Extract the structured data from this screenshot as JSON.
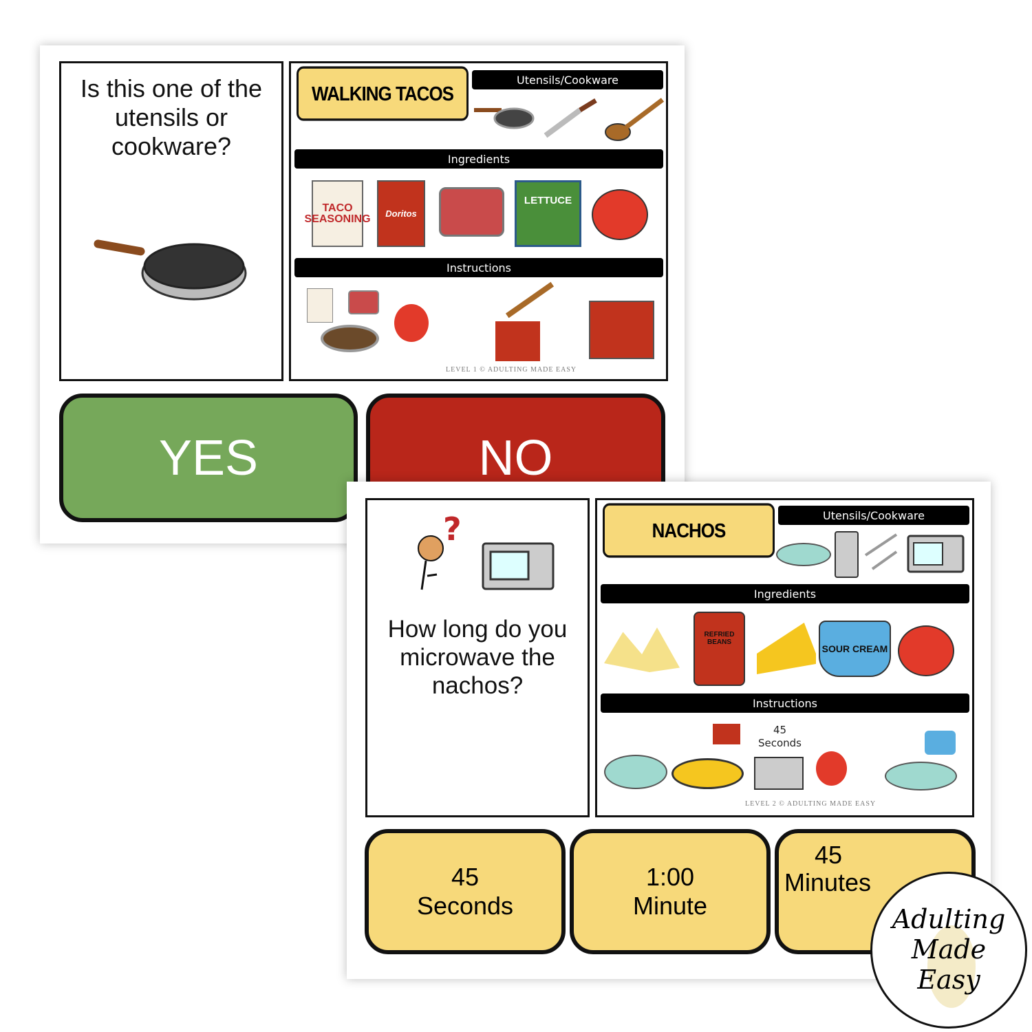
{
  "card1": {
    "question": "Is this one of the utensils or cookware?",
    "recipe_title": "WALKING TACOS",
    "utensils_label": "Utensils/Cookware",
    "ingredients_label": "Ingredients",
    "instructions_label": "Instructions",
    "ingredient_labels": {
      "taco": "TACO SEASONING",
      "doritos": "Doritos",
      "lettuce": "LETTUCE"
    },
    "footer": "Level 1 © Adulting Made Easy",
    "yes_label": "YES",
    "no_label": "NO",
    "colors": {
      "yes": "#76a85a",
      "no": "#b9261a",
      "title": "#f7d97a"
    }
  },
  "card2": {
    "question": "How long do you microwave the nachos?",
    "recipe_title": "NACHOS",
    "utensils_label": "Utensils/Cookware",
    "ingredients_label": "Ingredients",
    "instructions_label": "Instructions",
    "ingredient_labels": {
      "beans": "REFRIED BEANS",
      "sour": "SOUR CREAM"
    },
    "instruction_time": "45 Seconds",
    "footer": "Level 2 © Adulting Made Easy",
    "answers": [
      {
        "line1": "45",
        "line2": "Seconds"
      },
      {
        "line1": "1:00",
        "line2": "Minute"
      },
      {
        "line1": "45",
        "line2": "Minutes"
      }
    ],
    "colors": {
      "answer": "#f7d97a"
    }
  },
  "logo": {
    "text_line1": "Adulting",
    "text_line2": "Made",
    "text_line3": "Easy"
  }
}
